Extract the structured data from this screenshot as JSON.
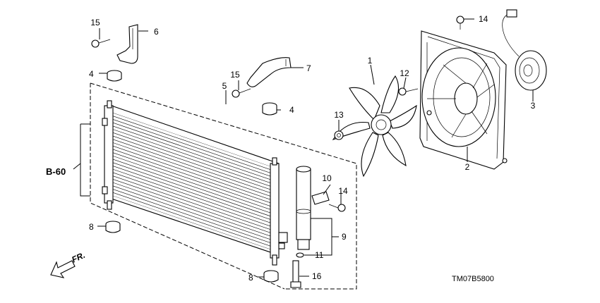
{
  "diagram": {
    "callouts": {
      "c1": "1",
      "c2": "2",
      "c3": "3",
      "c4a": "4",
      "c4b": "4",
      "c5": "5",
      "c6": "6",
      "c7": "7",
      "c8a": "8",
      "c8b": "8",
      "c9": "9",
      "c10": "10",
      "c11": "11",
      "c12": "12",
      "c13": "13",
      "c14a": "14",
      "c14b": "14",
      "c15a": "15",
      "c15b": "15",
      "c16": "16"
    },
    "reference_label": "B-60",
    "front_label": "FR.",
    "drawing_code": "TM07B5800"
  }
}
